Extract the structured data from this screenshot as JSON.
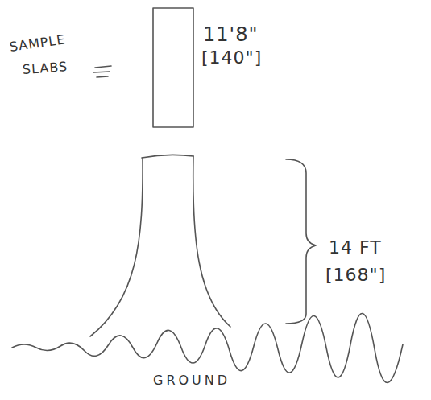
{
  "diagram": {
    "labels": [
      "11'8\"",
      "[140\"]",
      "SAMPLE",
      "SLABS",
      "14 FT",
      "[168\"]",
      "GROUND"
    ]
  }
}
